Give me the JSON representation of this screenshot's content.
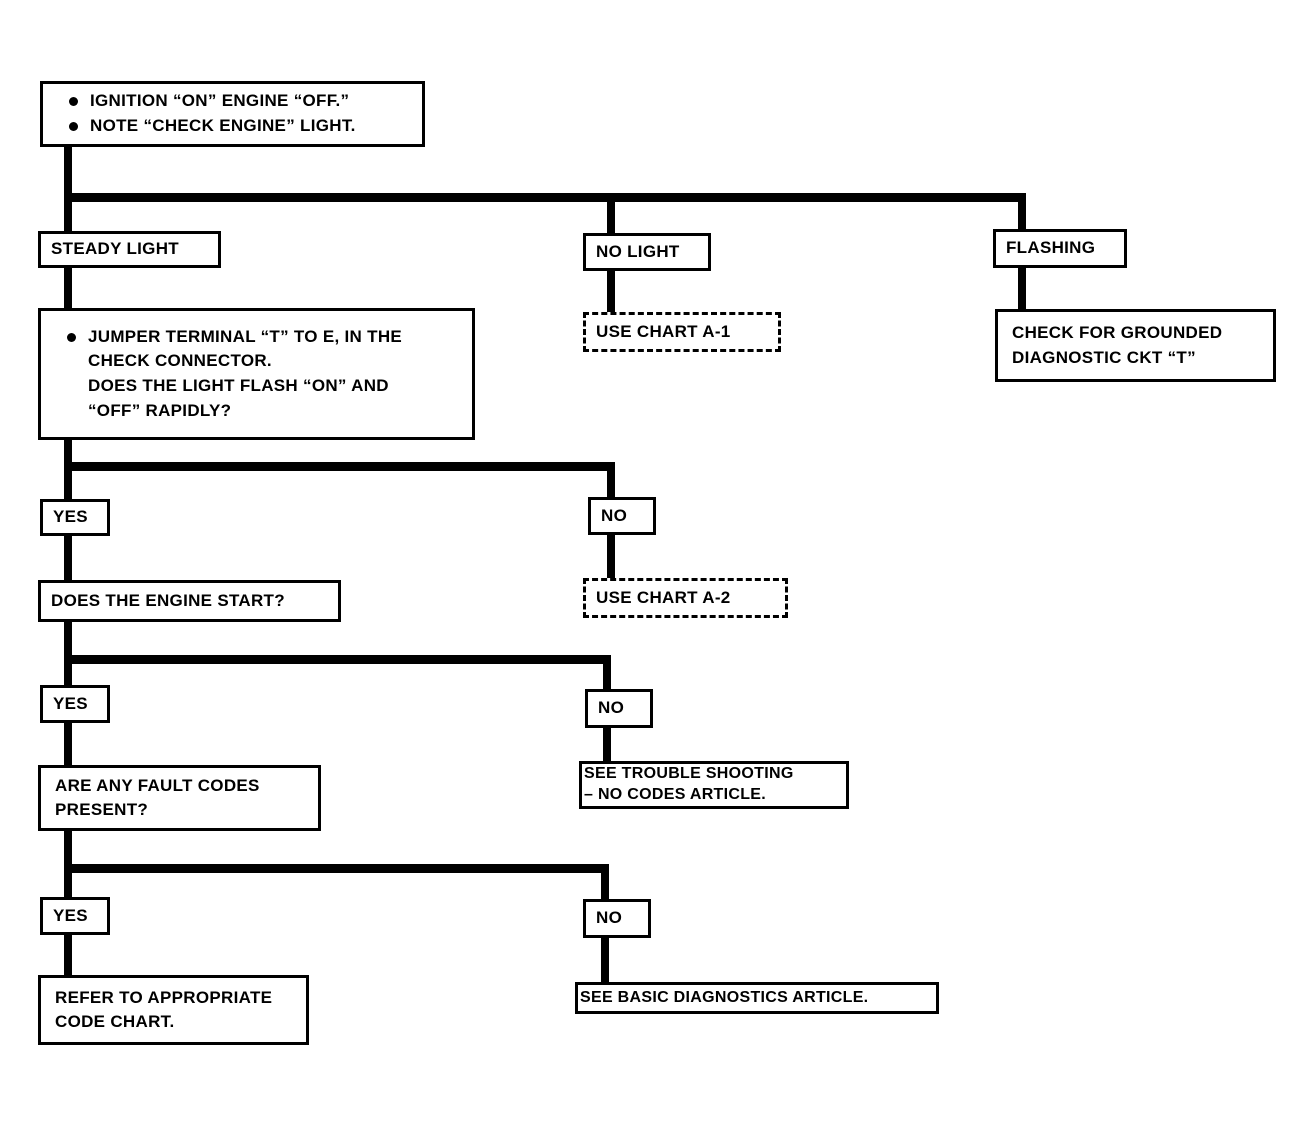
{
  "diagram": {
    "title": "Check Engine Light Diagnostic Flow Chart",
    "colors": {
      "ink": "#000000",
      "paper": "#ffffff"
    },
    "nodes": {
      "start": {
        "bullets": [
          "IGNITION “ON” ENGINE “OFF.”",
          "NOTE “CHECK ENGINE” LIGHT."
        ]
      },
      "steady_light": {
        "text": "STEADY LIGHT"
      },
      "no_light": {
        "text": "NO LIGHT"
      },
      "flashing": {
        "text": "FLASHING"
      },
      "use_chart_a1": {
        "text": "USE CHART A-1"
      },
      "check_grounded": {
        "text": "CHECK FOR GROUNDED\nDIAGNOSTIC CKT “T”"
      },
      "jumper": {
        "bullets": [
          "JUMPER TERMINAL “T” TO E, IN THE\nCHECK CONNECTOR.\nDOES THE LIGHT FLASH “ON” AND\n“OFF” RAPIDLY?"
        ]
      },
      "jumper_yes": {
        "text": "YES"
      },
      "jumper_no": {
        "text": "NO"
      },
      "use_chart_a2": {
        "text": "USE CHART A-2"
      },
      "engine_start": {
        "text": "DOES THE ENGINE START?"
      },
      "start_yes": {
        "text": "YES"
      },
      "start_no": {
        "text": "NO"
      },
      "trouble_shooting": {
        "text": "SEE TROUBLE SHOOTING\n  –  NO CODES ARTICLE."
      },
      "fault_codes": {
        "text": "ARE ANY FAULT CODES\nPRESENT?"
      },
      "codes_yes": {
        "text": "YES"
      },
      "codes_no": {
        "text": "NO"
      },
      "refer_code_chart": {
        "text": "REFER TO APPROPRIATE\nCODE CHART."
      },
      "basic_diagnostics": {
        "text": "SEE BASIC DIAGNOSTICS ARTICLE."
      }
    }
  }
}
